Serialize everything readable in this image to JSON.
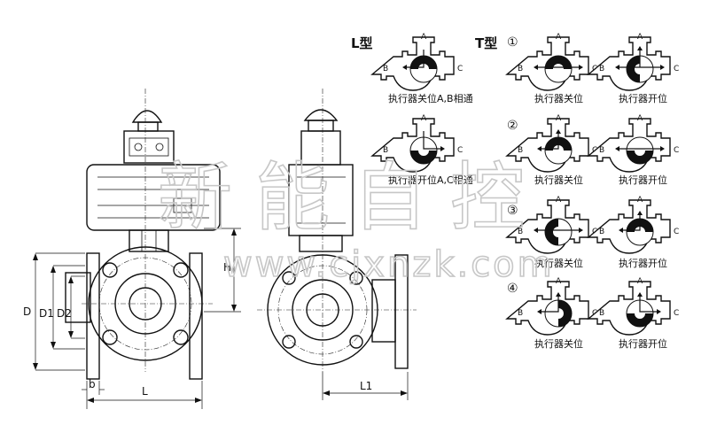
{
  "labels": {
    "l_type": "L型",
    "t_type": "T型",
    "port_a": "A",
    "port_b": "B",
    "port_c": "C",
    "dim_D": "D",
    "dim_D1": "D1",
    "dim_D2": "D2",
    "dim_H": "H",
    "dim_b": "b",
    "dim_L": "L",
    "dim_L1": "L1",
    "circled_1": "①",
    "circled_2": "②",
    "circled_3": "③",
    "circled_4": "④"
  },
  "captions": {
    "l_closed": "执行器关位A,B相通",
    "l_open": "执行器开位A,C相通",
    "t1_closed": "执行器关位",
    "t1_open": "执行器开位",
    "t2_closed": "执行器关位",
    "t2_open": "执行器开位",
    "t3_closed": "执行器关位",
    "t3_open": "执行器开位",
    "t4_closed": "执行器关位",
    "t4_open": "执行器开位"
  },
  "watermark": {
    "brand": "新能自控",
    "url": "www.cjxnzk.com"
  },
  "colors": {
    "line": "#111111",
    "watermark": "#c7c7c7"
  }
}
